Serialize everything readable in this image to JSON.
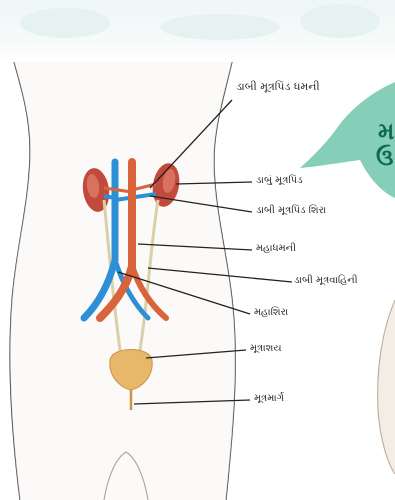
{
  "diagram": {
    "labels": {
      "left_renal_artery": "ડાબી મૂત્રપિંડ ધમની",
      "left_kidney": "ડાબું મૂત્રપિંડ",
      "left_renal_vein": "ડાબી મૂત્રપિંડ શિરા",
      "aorta": "મહાધમની",
      "left_ureter": "ડાબી મૂત્રવાહિની",
      "vena_cava": "મહાશિરા",
      "bladder": "મૂત્રાશય",
      "urethra": "મૂત્રમાર્ગ"
    },
    "bubble_text": {
      "line1": "મ",
      "line2": "ઉ"
    },
    "colors": {
      "artery": "#d9633a",
      "vein": "#2d8fd6",
      "kidney": "#c24a3c",
      "bubble": "#78c9b0",
      "bubble_text": "#0c6b4c",
      "body_outline": "#3a3a3a"
    }
  }
}
